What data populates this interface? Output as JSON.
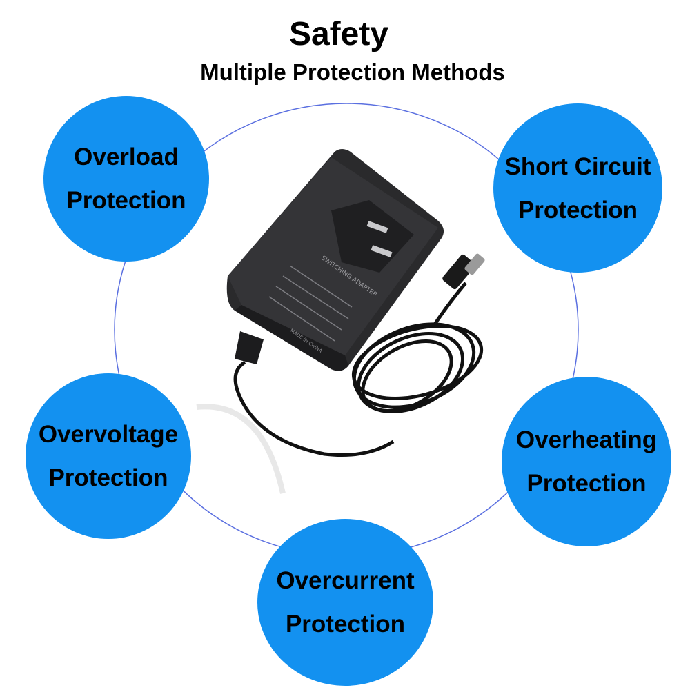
{
  "header": {
    "title": "Safety",
    "subtitle": "Multiple Protection Methods"
  },
  "colors": {
    "bubble": "#1391f0",
    "ring": "#5a6fe0",
    "adapter": "#2a2a2c"
  },
  "bubbles": [
    {
      "line1": "Overload",
      "line2": "Protection"
    },
    {
      "line1": "Short Circuit",
      "line2": "Protection"
    },
    {
      "line1": "Overvoltage",
      "line2": "Protection"
    },
    {
      "line1": "Overheating",
      "line2": "Protection"
    },
    {
      "line1": "Overcurrent",
      "line2": "Protection"
    }
  ],
  "product": {
    "label_heading": "SWITCHING ADAPTER",
    "label_origin": "MADE IN CHINA"
  }
}
